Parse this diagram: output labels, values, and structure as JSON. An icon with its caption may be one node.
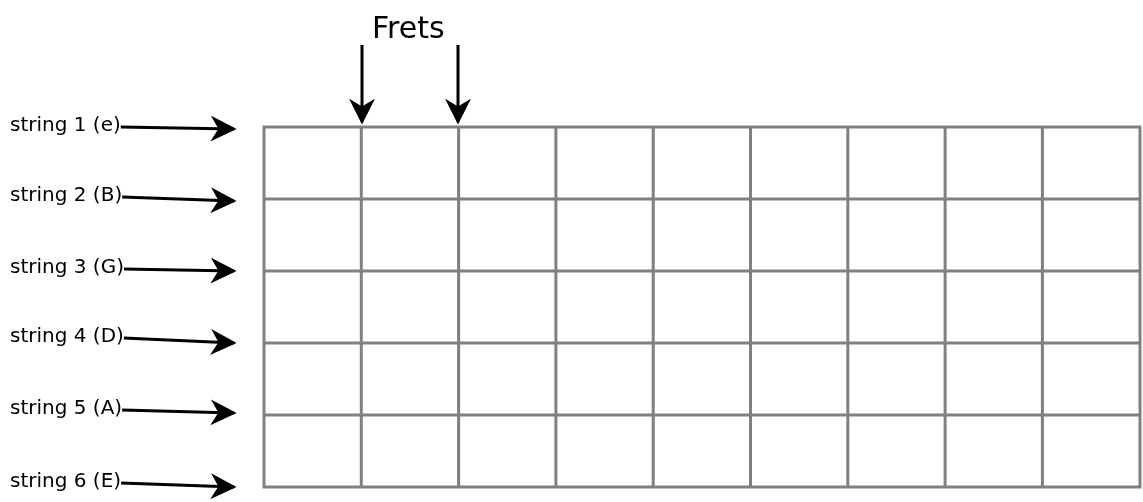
{
  "diagram": {
    "nodes": [
      {
        "text": [
          "Frets"
        ]
      },
      {
        "text": [
          "string 1 (e)"
        ]
      },
      {
        "text": [
          "string 2 (B)"
        ]
      },
      {
        "text": [
          "string 3 (G)"
        ]
      },
      {
        "text": [
          "string 4 (D)"
        ]
      },
      {
        "text": [
          "string 5 (A)"
        ]
      },
      {
        "text": [
          "string 6 (E)"
        ]
      }
    ],
    "edges": [
      {
        "from": 0,
        "to": null,
        "arrow": "to"
      },
      {
        "from": 0,
        "to": null,
        "arrow": "to"
      },
      {
        "from": 1,
        "to": null,
        "arrow": "to"
      },
      {
        "from": 2,
        "to": null,
        "arrow": "to"
      },
      {
        "from": 3,
        "to": null,
        "arrow": "to"
      },
      {
        "from": 4,
        "to": null,
        "arrow": "to"
      },
      {
        "from": 5,
        "to": null,
        "arrow": "to"
      },
      {
        "from": 6,
        "to": null,
        "arrow": "to"
      }
    ]
  }
}
